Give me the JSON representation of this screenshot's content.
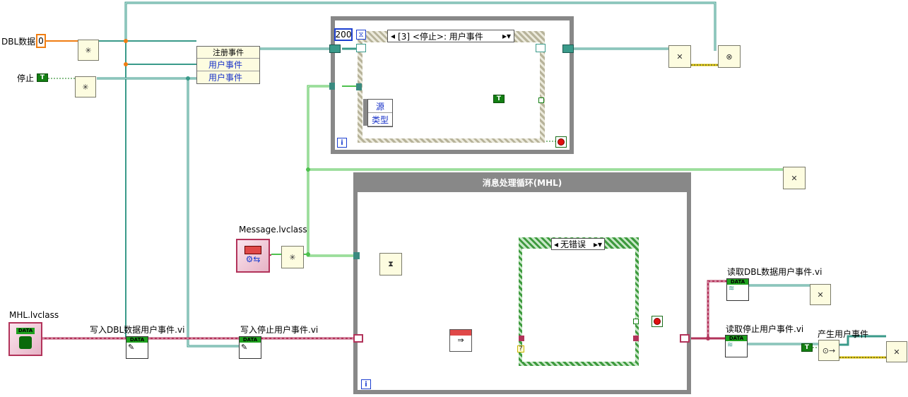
{
  "controls": {
    "dbl_label": "DBL数据",
    "dbl_value": "0",
    "stop_label": "停止",
    "bool_true": "T"
  },
  "register_events": {
    "title": "注册事件",
    "rows": [
      "用户事件",
      "用户事件"
    ]
  },
  "event_loop": {
    "timeout_value": "200",
    "case_selector": "[3] <停止>: 用户事件",
    "unbundle_rows": [
      "源",
      "类型"
    ],
    "iteration_symbol": "i"
  },
  "mhl_loop": {
    "title": "消息处理循环(MHL)",
    "case_selector": "无错误",
    "iteration_symbol": "i",
    "unknown_terminal": "?"
  },
  "class_constants": {
    "message_label": "Message.lvclass",
    "mhl_label": "MHL.lvclass",
    "data_band": "DATA"
  },
  "subvis": {
    "write_dbl": "写入DBL数据用户事件.vi",
    "write_stop": "写入停止用户事件.vi",
    "read_dbl": "读取DBL数据用户事件.vi",
    "read_stop": "读取停止用户事件.vi",
    "generate_event": "产生用户事件"
  },
  "colors": {
    "wire_green": "#3a9a8a",
    "wire_class": "#b2335a",
    "wire_error": "#d8c200",
    "wire_orange": "#f07d12",
    "frame_grey": "#888888",
    "stop_red": "#e01010"
  }
}
